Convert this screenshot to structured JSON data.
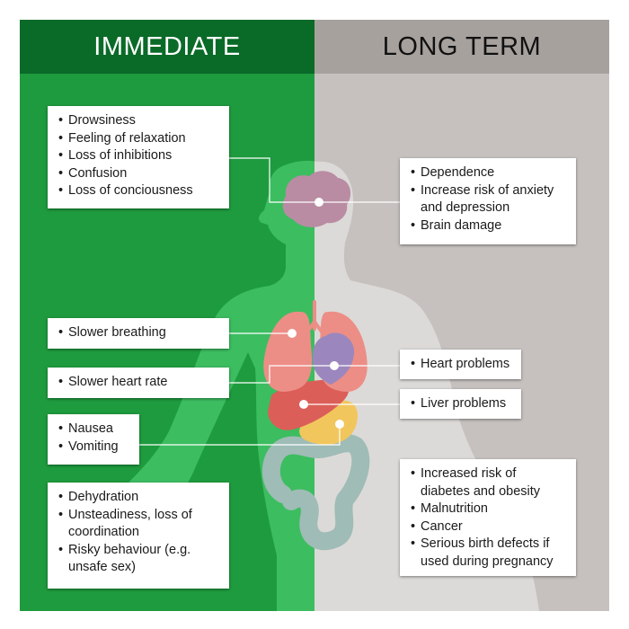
{
  "headers": {
    "left": "IMMEDIATE",
    "right": "LONG TERM"
  },
  "colors": {
    "left_header_bg": "#0a6a28",
    "left_bg": "#1e9b3e",
    "right_header_bg": "#a7a19e",
    "right_bg": "#c6c1bf",
    "body_left": "#3cbd60",
    "body_right": "#dcdad8",
    "brain": "#b98ca3",
    "lungs": "#ec8e86",
    "heart": "#9b87be",
    "liver": "#dc5e58",
    "stomach": "#f1c65d",
    "intestines": "#9fbcb6",
    "connector": "#ffffff"
  },
  "immediate_boxes": [
    {
      "items": [
        "Drowsiness",
        "Feeling of relaxation",
        "Loss of inhibitions",
        "Confusion",
        "Loss of conciousness"
      ]
    },
    {
      "items": [
        "Slower breathing"
      ]
    },
    {
      "items": [
        "Slower heart rate"
      ]
    },
    {
      "items": [
        "Nausea",
        "Vomiting"
      ]
    },
    {
      "items": [
        "Dehydration",
        "Unsteadiness, loss of coordination",
        "Risky behaviour (e.g. unsafe sex)"
      ]
    }
  ],
  "long_term_boxes": [
    {
      "items": [
        "Dependence",
        "Increase risk of anxiety and depression",
        "Brain damage"
      ]
    },
    {
      "items": [
        "Heart problems"
      ]
    },
    {
      "items": [
        "Liver problems"
      ]
    },
    {
      "items": [
        "Increased risk of diabetes and obesity",
        "Malnutrition",
        "Cancer",
        "Serious birth defects if used during pregnancy"
      ]
    }
  ]
}
